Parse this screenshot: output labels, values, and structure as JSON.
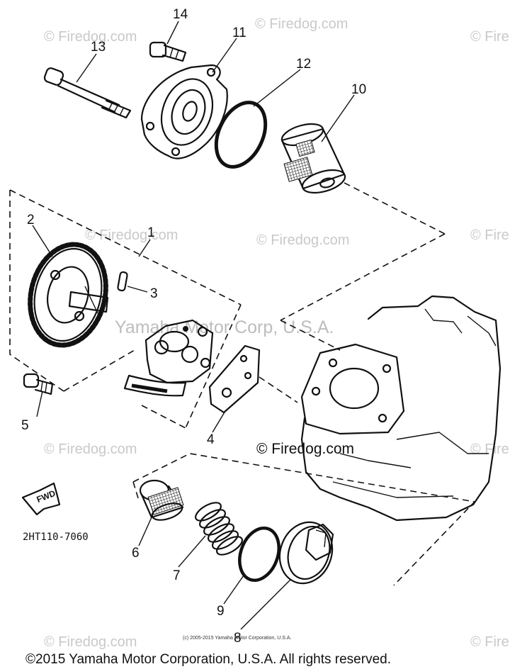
{
  "diagram": {
    "part_numbers": {
      "p1": "1",
      "p2": "2",
      "p3": "3",
      "p4": "4",
      "p5": "5",
      "p6": "6",
      "p7": "7",
      "p8": "8",
      "p9": "9",
      "p10": "10",
      "p11": "11",
      "p12": "12",
      "p13": "13",
      "p14": "14"
    },
    "direction_arrow": "FWD",
    "drawing_code": "2HT110-7060"
  },
  "watermarks": {
    "firedog": "© Firedog.com",
    "firedog_edge": "© Fire",
    "center": "Yamaha Motor Corp, U.S.A."
  },
  "footer": {
    "small_notice": "(c) 2005-2015 Yamaha Motor Corporation, U.S.A.",
    "copyright": "©2015 Yamaha Motor Corporation, U.S.A. All rights reserved."
  }
}
